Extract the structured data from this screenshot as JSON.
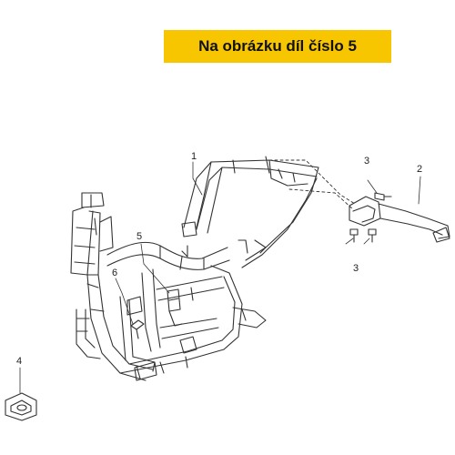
{
  "banner": {
    "text": "Na obrázku díl číslo 5",
    "color": "#f7c600"
  },
  "callouts": {
    "part1": "1",
    "part2": "2",
    "part3_top": "3",
    "part3_bottom": "3",
    "part4": "4",
    "part5": "5",
    "part6": "6"
  }
}
